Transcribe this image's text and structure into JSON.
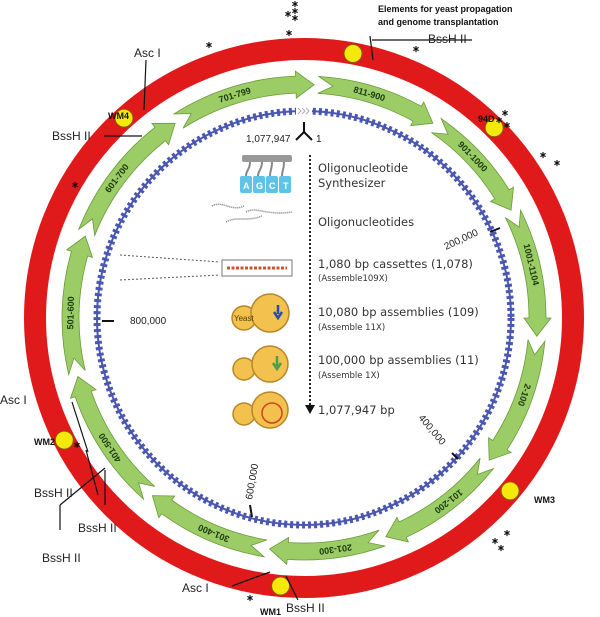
{
  "colors": {
    "plasmid_ring": "#e01a1a",
    "cassette_arrow": "#9ccc65",
    "dna": "#4a57b0",
    "site": "#f5e90c",
    "yeast": "#f2c14e"
  },
  "header_note": {
    "line1": "Elements for yeast propagation",
    "line2": "and genome transplantation"
  },
  "origin": {
    "left": "1,077,947",
    "right": "1"
  },
  "ticks": [
    "200,000",
    "400,000",
    "600,000",
    "800,000"
  ],
  "segments": [
    "811-900",
    "901-1000",
    "1001-1104",
    "2-100",
    "101-200",
    "201-300",
    "301-400",
    "401-500",
    "501-600",
    "601-700",
    "701-799"
  ],
  "sites": {
    "top_bssh": "BssH II",
    "wm4": "WM4",
    "wm4_asc": "Asc I",
    "wm4_bssh": "BssH II",
    "d94": "94D",
    "wm3": "WM3",
    "wm1": "WM1",
    "wm1_asc": "Asc I",
    "wm1_bssh": "BssH II",
    "wm2": "WM2",
    "wm2_asc": "Asc I",
    "wm2_bssh1": "BssH II",
    "wm2_bssh2": "BssH II",
    "wm2_bssh3": "BssH II"
  },
  "steps": [
    {
      "title": "Oligonucleotide",
      "title2": "Synthesizer",
      "icon": "synthesizer-icon",
      "letters": [
        "A",
        "G",
        "C",
        "T"
      ]
    },
    {
      "title": "Oligonucleotides",
      "icon": "oligonucleotides-icon"
    },
    {
      "title": "1,080 bp cassettes (1,078)",
      "sub": "(Assemble109X)",
      "icon": "cassette-icon"
    },
    {
      "title": "10,080 bp assemblies (109)",
      "sub": "(Assemble 11X)",
      "icon": "yeast-icon",
      "yeast_label": "Yeast"
    },
    {
      "title": "100,000 bp assemblies (11)",
      "sub": "(Assemble 1X)",
      "icon": "yeast-icon"
    },
    {
      "title": "1,077,947 bp",
      "icon": "yeast-genome-icon"
    }
  ]
}
